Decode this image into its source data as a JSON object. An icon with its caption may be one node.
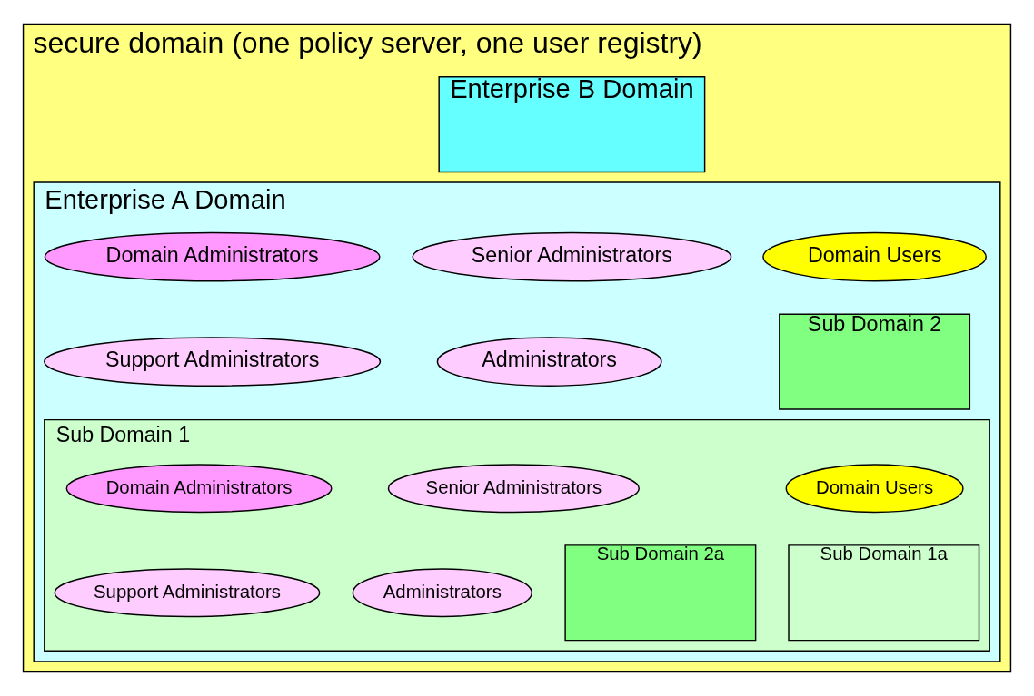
{
  "diagram": {
    "nodes": [
      {
        "text": [
          "secure domain (one policy server, one user registry)"
        ]
      },
      {
        "text": [
          "Enterprise B Domain"
        ],
        "in": 0
      },
      {
        "text": [
          "Enterprise A Domain"
        ],
        "in": 0
      },
      {
        "text": [
          "Domain Users"
        ],
        "in": 2
      },
      {
        "text": [
          "Senior Administrators"
        ],
        "in": 2
      },
      {
        "text": [
          "Domain Administrators"
        ],
        "in": 2
      },
      {
        "text": [
          "Support Administrators"
        ],
        "in": 2
      },
      {
        "text": [
          "Administrators"
        ],
        "in": 2
      },
      {
        "text": [
          "Sub Domain 2"
        ],
        "in": 2
      },
      {
        "text": [
          "Sub Domain 1"
        ],
        "in": 2
      },
      {
        "text": [
          "Domain Users"
        ],
        "in": 9
      },
      {
        "text": [
          "Senior Administrators"
        ],
        "in": 9
      },
      {
        "text": [
          "Domain Administrators"
        ],
        "in": 9
      },
      {
        "text": [
          "Support Administrators"
        ],
        "in": 9
      },
      {
        "text": [
          "Administrators"
        ],
        "in": 9
      },
      {
        "text": [
          "Sub Domain 2a"
        ],
        "in": 9
      },
      {
        "text": [
          "Sub Domain 1a"
        ],
        "in": 9
      }
    ],
    "edges": []
  }
}
